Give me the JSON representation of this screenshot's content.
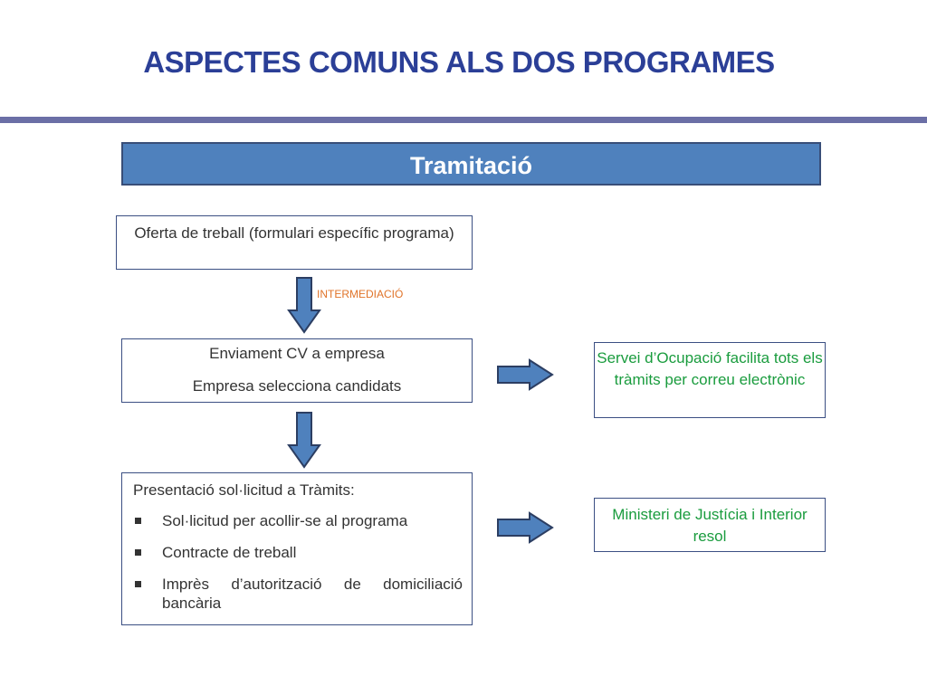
{
  "slide": {
    "title": "ASPECTES COMUNS ALS DOS PROGRAMES",
    "banner": "Tramitació"
  },
  "boxes": {
    "offer": {
      "text": "Oferta de treball (formulari específic programa)"
    },
    "cv": {
      "line1": "Enviament CV a empresa",
      "line2": "Empresa selecciona candidats"
    },
    "presentation": {
      "heading": "Presentació sol·licitud a Tràmits:",
      "items": [
        "Sol·licitud per acollir-se al programa",
        "Contracte de treball",
        "Imprès d’autorització de domiciliació bancària"
      ]
    },
    "servei": {
      "text": "Servei d’Ocupació facilita tots els tràmits per correu electrònic"
    },
    "ministeri": {
      "text": "Ministeri de Justícia i Interior resol"
    }
  },
  "labels": {
    "intermediacio": "INTERMEDIACIÓ"
  },
  "colors": {
    "title": "#2b3f97",
    "banner_fill": "#4f81bd",
    "arrow_fill": "#4f81bd",
    "arrow_stroke": "#2c3e62",
    "green_text": "#1a9c3e",
    "orange_label": "#e0742a"
  }
}
